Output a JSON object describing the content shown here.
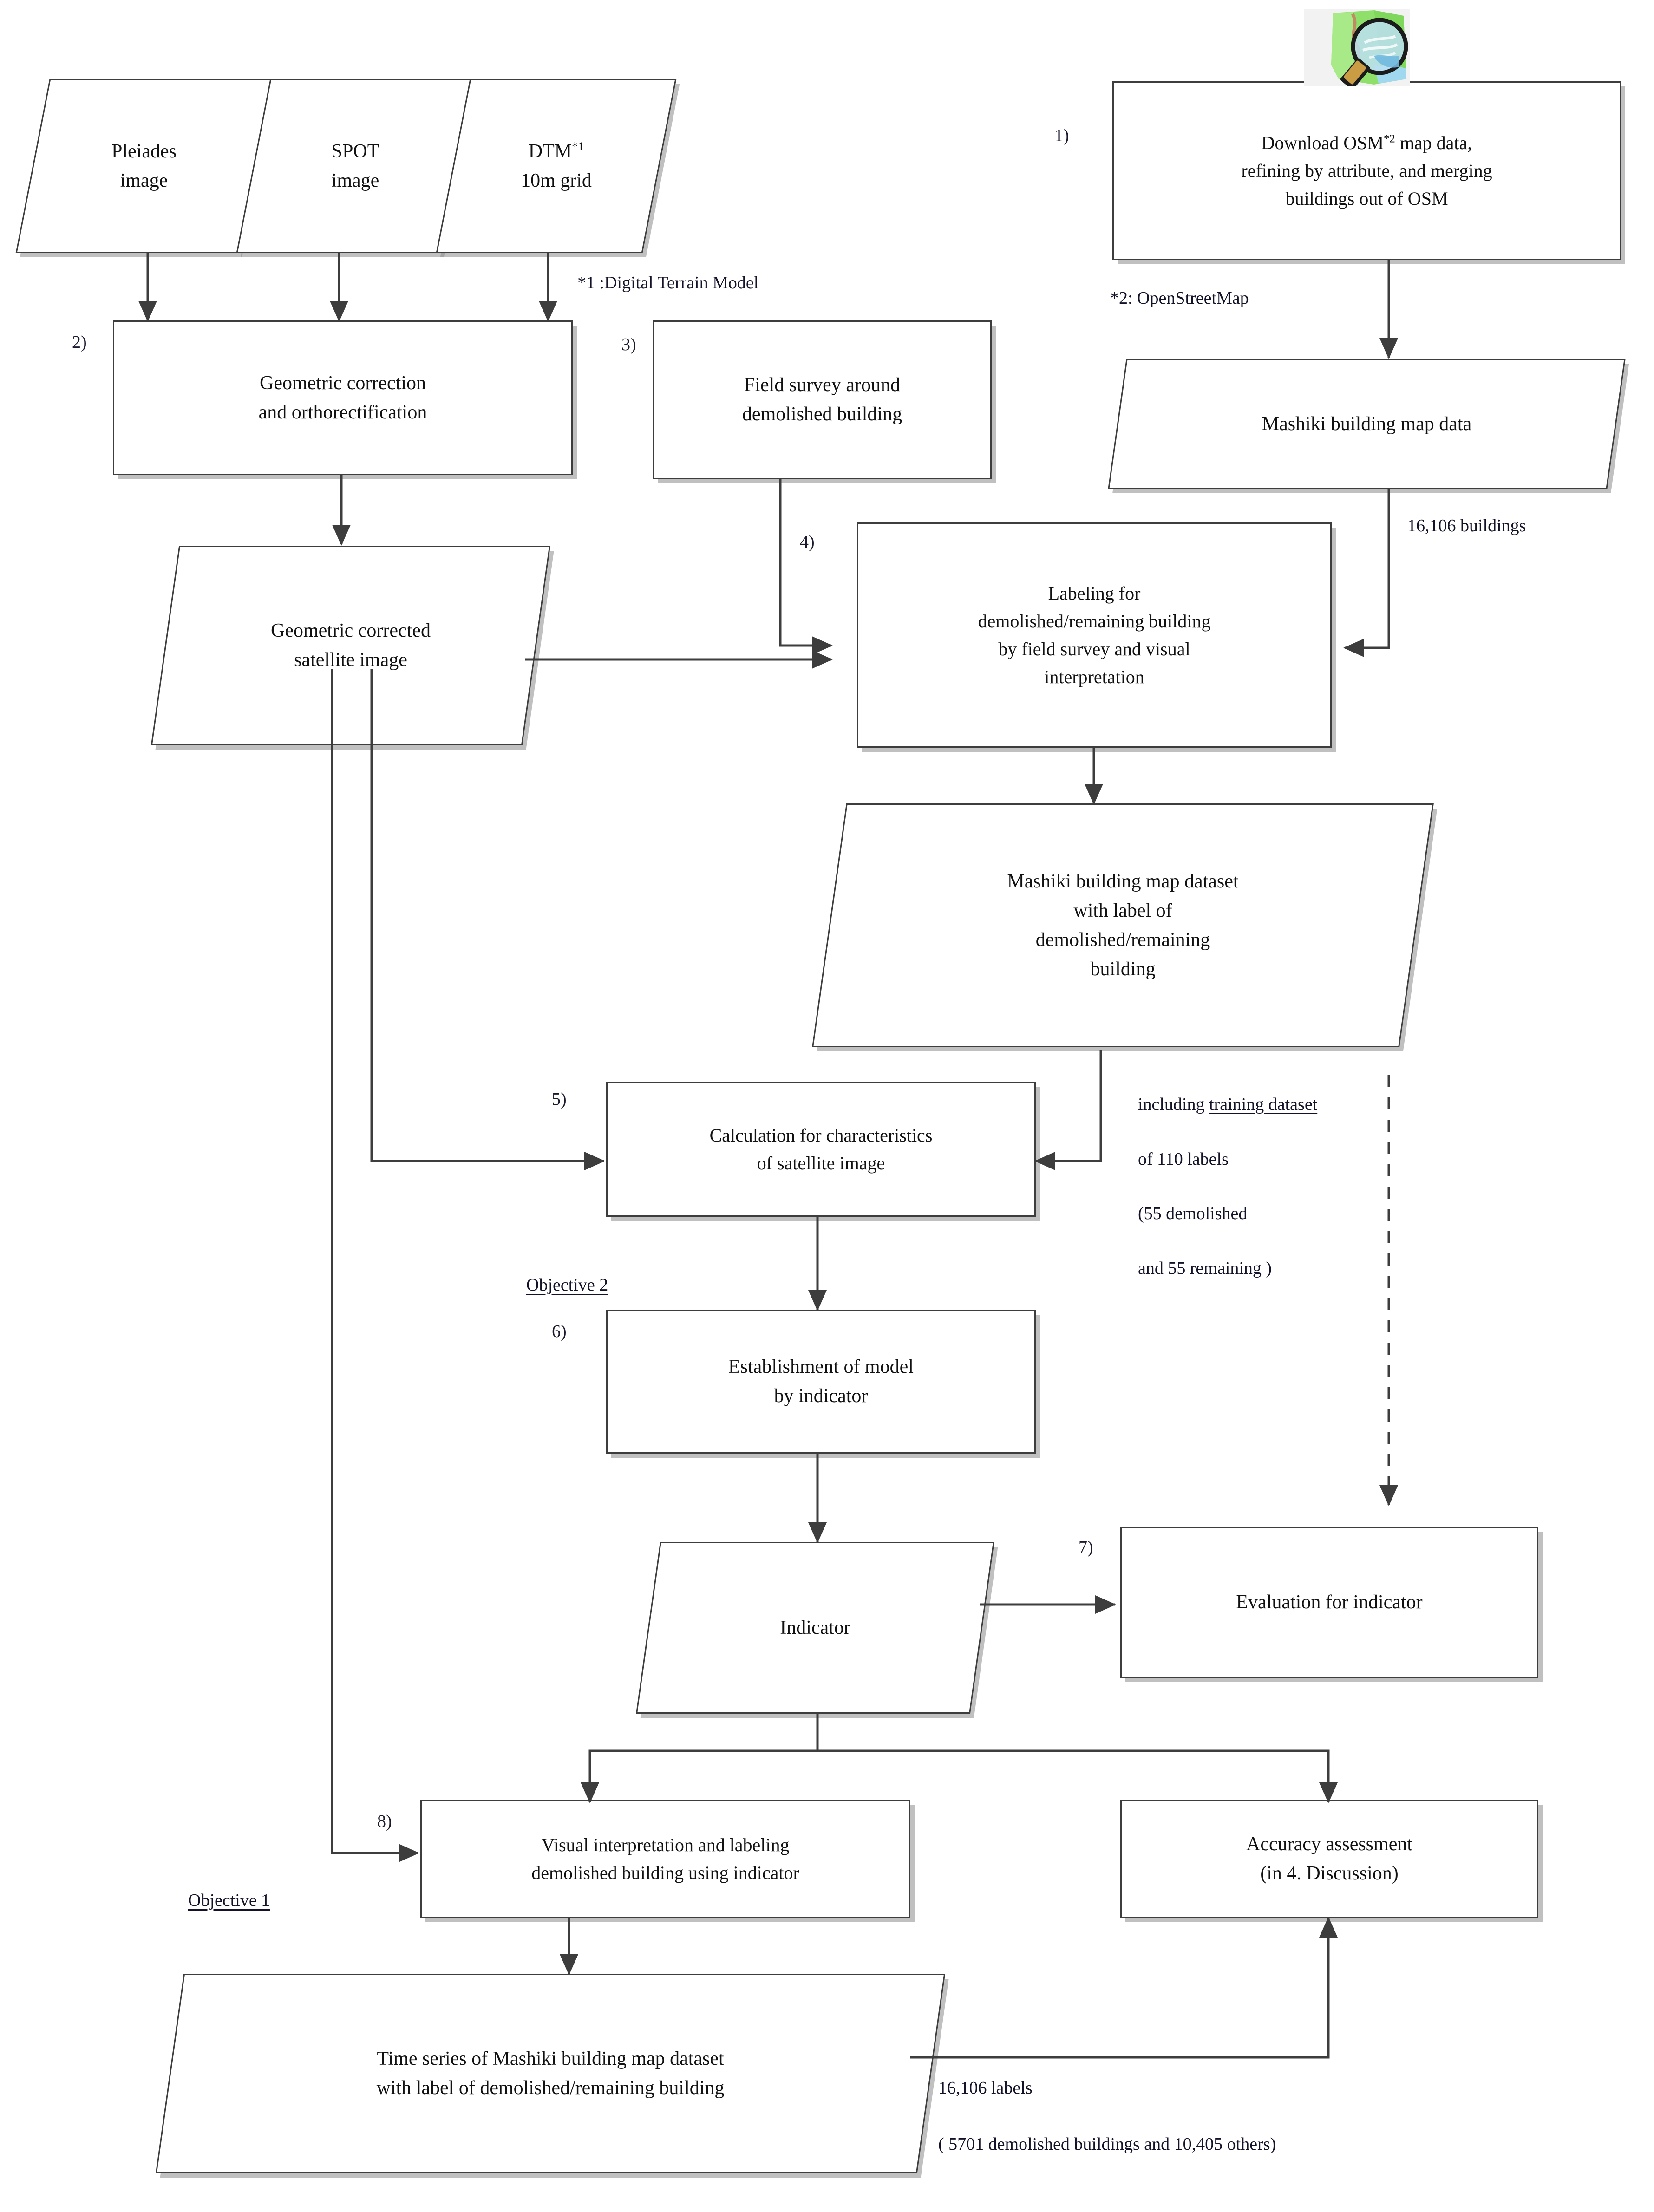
{
  "diagram": {
    "title": "Flowchart of methodology for Mashiki demolished building mapping",
    "colors": {
      "stroke": "#3d3d3d",
      "shadow": "#8c8c8c",
      "text": "#121228",
      "background": "#ffffff"
    }
  },
  "steps": {
    "s1": "1)",
    "s2": "2)",
    "s3": "3)",
    "s4": "4)",
    "s5": "5)",
    "s6": "6)",
    "s7": "7)",
    "s8": "8)"
  },
  "nodes": {
    "pleiades": {
      "shape": "parallelogram",
      "line1": "Pleiades",
      "line2": "image"
    },
    "spot": {
      "shape": "parallelogram",
      "line1": "SPOT",
      "line2": "image"
    },
    "dtm": {
      "shape": "parallelogram",
      "line1_main": "DTM",
      "line1_sup": "*1",
      "line2": "10m grid"
    },
    "osm_download": {
      "shape": "rectangle",
      "line1_a": "Download  OSM",
      "line1_sup": "*2",
      "line1_b": " map data,",
      "line2": "refining  by attribute,  and  merging",
      "line3": "buildings  out of OSM"
    },
    "geometric_correction": {
      "shape": "rectangle",
      "line1": "Geometric  correction",
      "line2": "and orthorectification"
    },
    "field_survey": {
      "shape": "rectangle",
      "line1": "Field  survey  around",
      "line2": "demolished  building"
    },
    "mashiki_map_data": {
      "shape": "parallelogram",
      "line1": "Mashiki  building  map data"
    },
    "corrected_image": {
      "shape": "parallelogram",
      "line1": "Geometric  corrected",
      "line2": "satellite  image"
    },
    "labeling": {
      "shape": "rectangle",
      "line1": "Labeling  for",
      "line2": "demolished/remaining  building",
      "line3": "by field  survey  and visual",
      "line4": "interpretation"
    },
    "mashiki_dataset": {
      "shape": "parallelogram",
      "line1": "Mashiki  building  map dataset",
      "line2": "with  label of",
      "line3": "demolished/remaining",
      "line4": "building"
    },
    "calculation": {
      "shape": "rectangle",
      "line1": "Calculation  for characteristics",
      "line2": "of satellite  image"
    },
    "establishment": {
      "shape": "rectangle",
      "line1": "Establishment  of model",
      "line2": "by indicator"
    },
    "indicator": {
      "shape": "parallelogram",
      "line1": "Indicator"
    },
    "evaluation": {
      "shape": "rectangle",
      "line1": "Evaluation  for indicator"
    },
    "visual_interpretation": {
      "shape": "rectangle",
      "line1": "Visual  interpretation  and labeling",
      "line2": "demolished  building  using indicator"
    },
    "accuracy": {
      "shape": "rectangle",
      "line1": "Accuracy  assessment",
      "line2": "(in 4. Discussion)"
    },
    "timeseries": {
      "shape": "parallelogram",
      "line1": "Time series of Mashiki  building  map dataset",
      "line2": "with label of demolished/remaining  building"
    }
  },
  "annotations": {
    "footnote_dtm": "*1 :Digital  Terrain  Model",
    "footnote_osm": "*2: OpenStreetMap",
    "buildings_count": "16,106 buildings",
    "training_prefix": "including ",
    "training_underlined": "training dataset",
    "training_line2": "of 110 labels",
    "training_line3": "(55 demolished",
    "training_line4": "and 55 remaining  )",
    "objective_2": "Objective  2",
    "objective_1": "Objective  1",
    "labels_count_line1": "16,106 labels",
    "labels_count_line2": "( 5701 demolished  buildings  and 10,405 others)"
  },
  "icons": {
    "osm_map_magnifier": "map-magnifier-icon"
  }
}
